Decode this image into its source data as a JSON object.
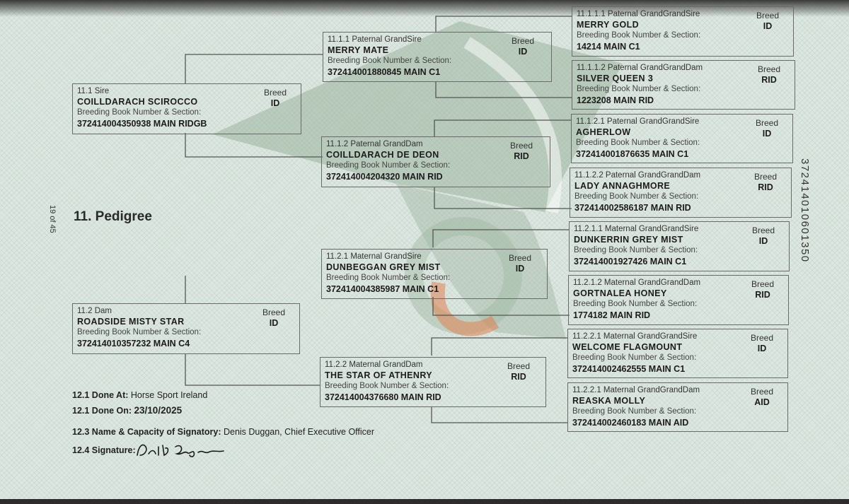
{
  "doc_number": "372414010601350",
  "page_number": "19 of 45",
  "section_title": "11. Pedigree",
  "book_label": "Breeding Book Number & Section:",
  "breed_label": "Breed",
  "colors": {
    "paper": "#dde7e1",
    "watermark_green": "#8ea891",
    "watermark_orange": "#e08050"
  },
  "pedigree": {
    "sire": {
      "role": "11.1 Sire",
      "name": "COILLDARACH SCIROCCO",
      "number": "372414004350938 MAIN RIDGB",
      "breed": "ID"
    },
    "dam": {
      "role": "11.2 Dam",
      "name": "ROADSIDE MISTY STAR",
      "number": "372414010357232 MAIN C4",
      "breed": "ID"
    },
    "p_gsire": {
      "role": "11.1.1 Paternal GrandSire",
      "name": "MERRY MATE",
      "number": "372414001880845 MAIN C1",
      "breed": "ID"
    },
    "p_gdam": {
      "role": "11.1.2 Paternal GrandDam",
      "name": "COILLDARACH DE DEON",
      "number": "372414004204320 MAIN RID",
      "breed": "RID"
    },
    "m_gsire": {
      "role": "11.2.1 Maternal GrandSire",
      "name": "DUNBEGGAN GREY MIST",
      "number": "372414004385987 MAIN C1",
      "breed": "ID"
    },
    "m_gdam": {
      "role": "11.2.2 Maternal GrandDam",
      "name": "THE STAR OF ATHENRY",
      "number": "372414004376680 MAIN RID",
      "breed": "RID"
    },
    "ggp": [
      {
        "role": "11.1.1.1 Paternal GrandGrandSire",
        "name": "MERRY GOLD",
        "number": "14214 MAIN C1",
        "breed": "ID"
      },
      {
        "role": "11.1.1.2 Paternal GrandGrandDam",
        "name": "SILVER QUEEN 3",
        "number": "1223208 MAIN RID",
        "breed": "RID"
      },
      {
        "role": "11.1.2.1 Paternal GrandGrandSire",
        "name": "AGHERLOW",
        "number": "372414001876635 MAIN C1",
        "breed": "ID"
      },
      {
        "role": "11.1.2.2 Paternal GrandGrandDam",
        "name": "LADY ANNAGHMORE",
        "number": "372414002586187 MAIN RID",
        "breed": "RID"
      },
      {
        "role": "11.2.1.1 Maternal GrandGrandSire",
        "name": "DUNKERRIN GREY MIST",
        "number": "372414001927426 MAIN C1",
        "breed": "ID"
      },
      {
        "role": "11.2.1.2 Maternal GrandGrandDam",
        "name": "GORTNALEA HONEY",
        "number": "1774182 MAIN RID",
        "breed": "RID"
      },
      {
        "role": "11.2.2.1 Maternal GrandGrandSire",
        "name": "WELCOME FLAGMOUNT",
        "number": "372414002462555 MAIN C1",
        "breed": "ID"
      },
      {
        "role": "11.2.2.1 Maternal GrandGrandDam",
        "name": "REASKA MOLLY",
        "number": "372414002460183 MAIN AID",
        "breed": "AID"
      }
    ]
  },
  "footer": {
    "done_at_label": "12.1 Done At:",
    "done_at": "Horse Sport Ireland",
    "done_on_label": "12.1 Done On:",
    "done_on": "23/10/2025",
    "signatory_label": "12.3 Name & Capacity of Signatory:",
    "signatory": "Denis Duggan, Chief Executive Officer",
    "signature_label": "12.4 Signature:"
  }
}
